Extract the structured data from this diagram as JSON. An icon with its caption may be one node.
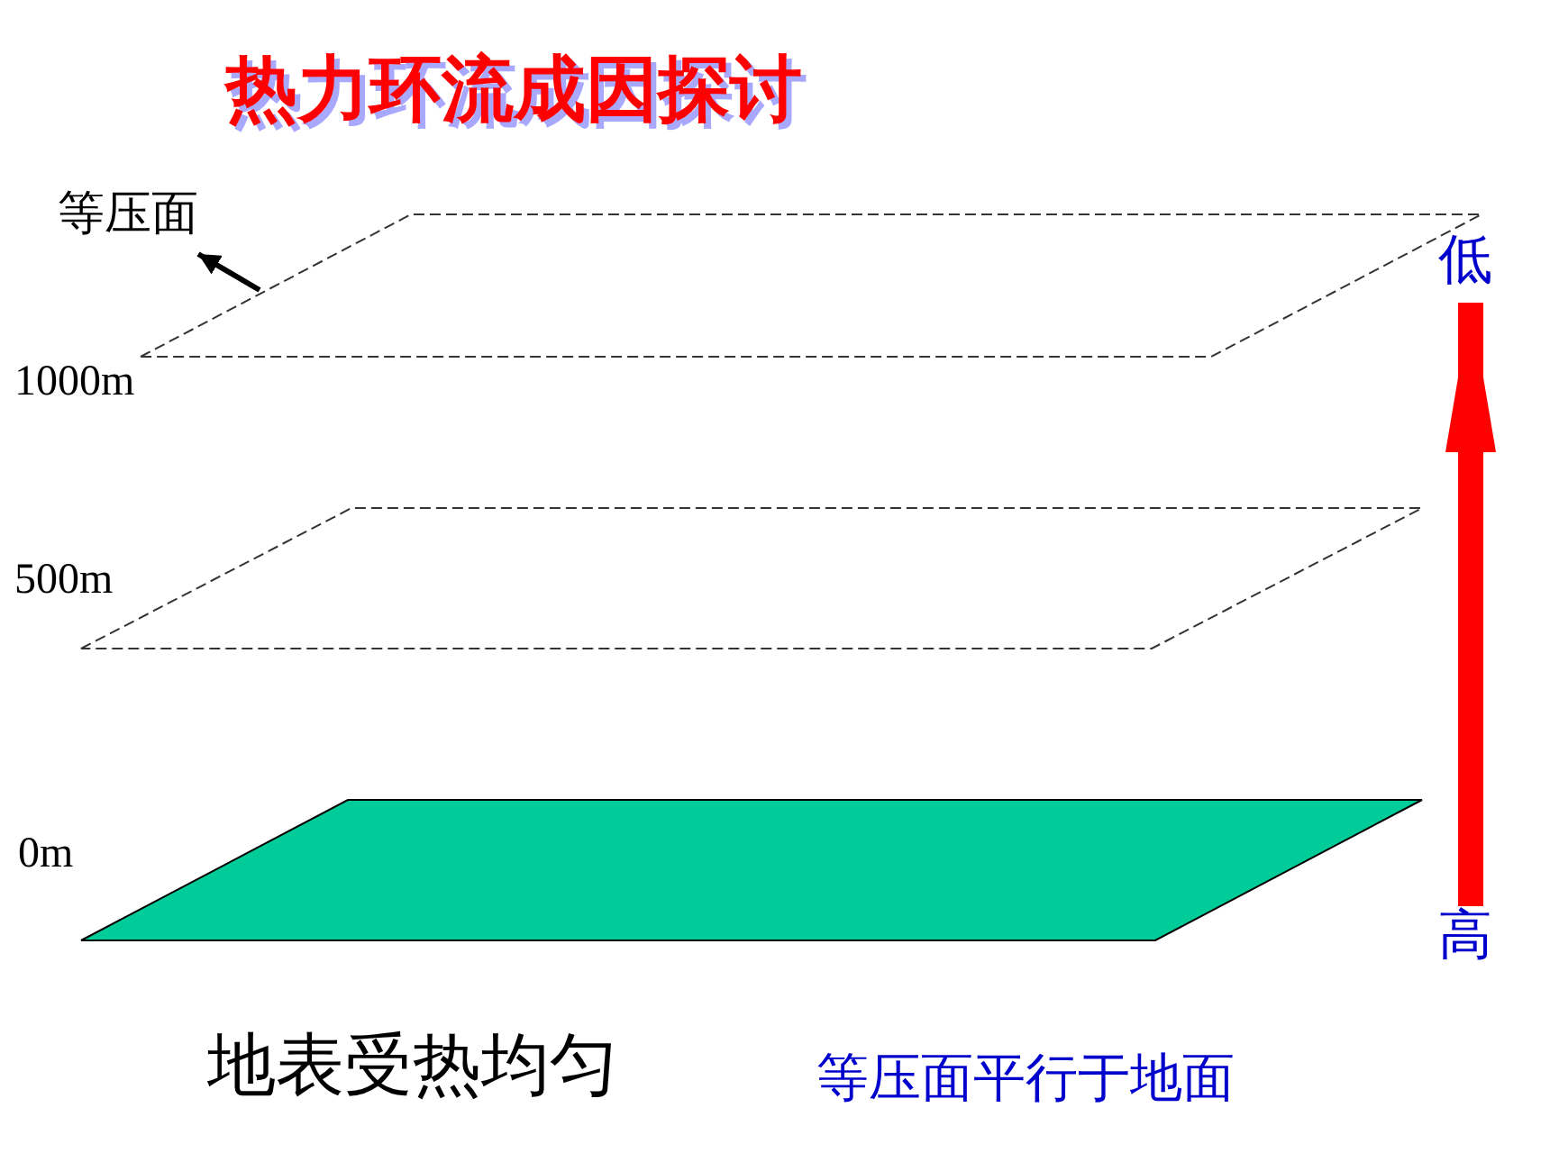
{
  "diagram": {
    "title": "热力环流成因探讨",
    "nodes": [
      {
        "text": [
          "等压面"
        ]
      },
      {
        "text": [],
        "shape": "parallelogram",
        "beside": [
          "1000m"
        ]
      },
      {
        "text": [],
        "shape": "parallelogram",
        "beside": [
          "500m"
        ]
      },
      {
        "text": [],
        "shape": "parallelogram",
        "beside": [
          "0m"
        ]
      },
      {
        "text": [
          "低"
        ]
      },
      {
        "text": [
          "高"
        ]
      }
    ],
    "edges": [
      {
        "from": 1,
        "to": 0,
        "arrow": "to"
      },
      {
        "from": 5,
        "to": 4,
        "arrow": "to",
        "style": "thick",
        "color": "#ff0000"
      }
    ],
    "labels": [
      "地表受热均匀",
      "等压面平行于地面"
    ]
  }
}
